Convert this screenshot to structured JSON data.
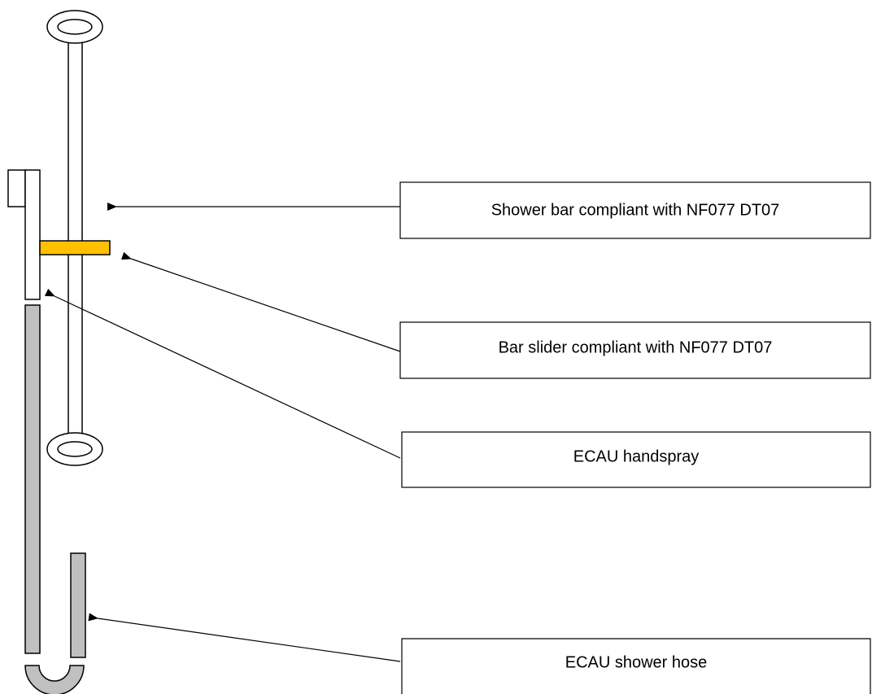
{
  "labels": {
    "shower_bar": "Shower bar compliant with NF077 DT07",
    "bar_slider": "Bar slider compliant with NF077 DT07",
    "handspray": "ECAU handspray",
    "shower_hose": "ECAU shower hose"
  },
  "colors": {
    "slider": "#FFC000",
    "hose": "#C0C0C0",
    "outline": "#000000",
    "background": "#FFFFFF"
  }
}
